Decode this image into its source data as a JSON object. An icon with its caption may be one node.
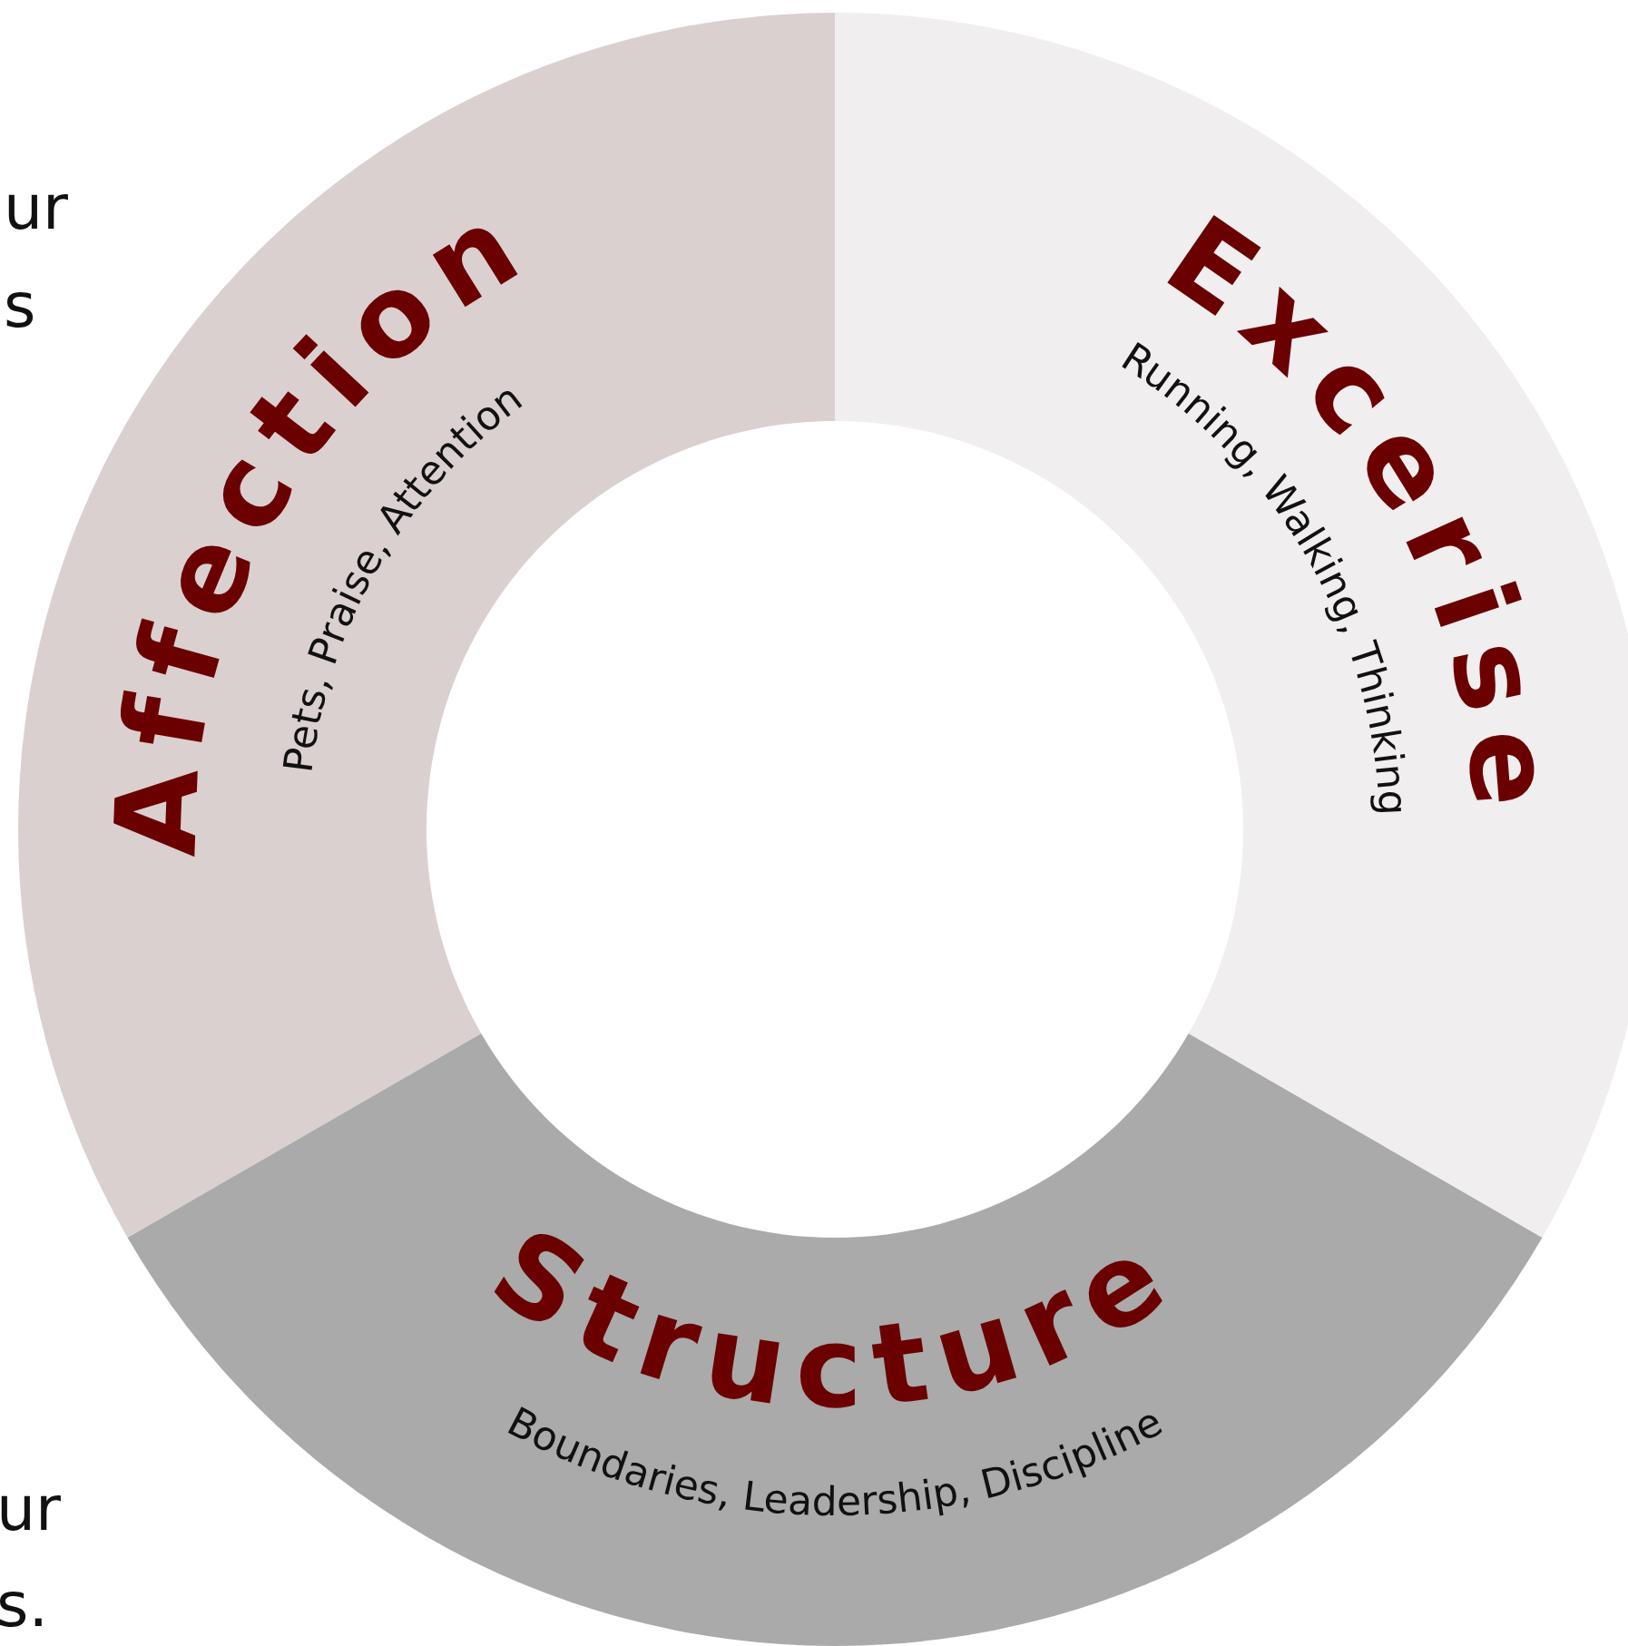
{
  "diagram": {
    "nodes": [
      {
        "text": [
          "Affection",
          "Pets, Praise, Attention"
        ]
      },
      {
        "text": [
          "Excerise",
          "Running, Walking, Thinking"
        ]
      },
      {
        "text": [
          "Structure",
          "Boundaries, Leadership, Discipline"
        ]
      }
    ],
    "labels": [
      "ur",
      "s",
      "ur",
      "s."
    ]
  }
}
